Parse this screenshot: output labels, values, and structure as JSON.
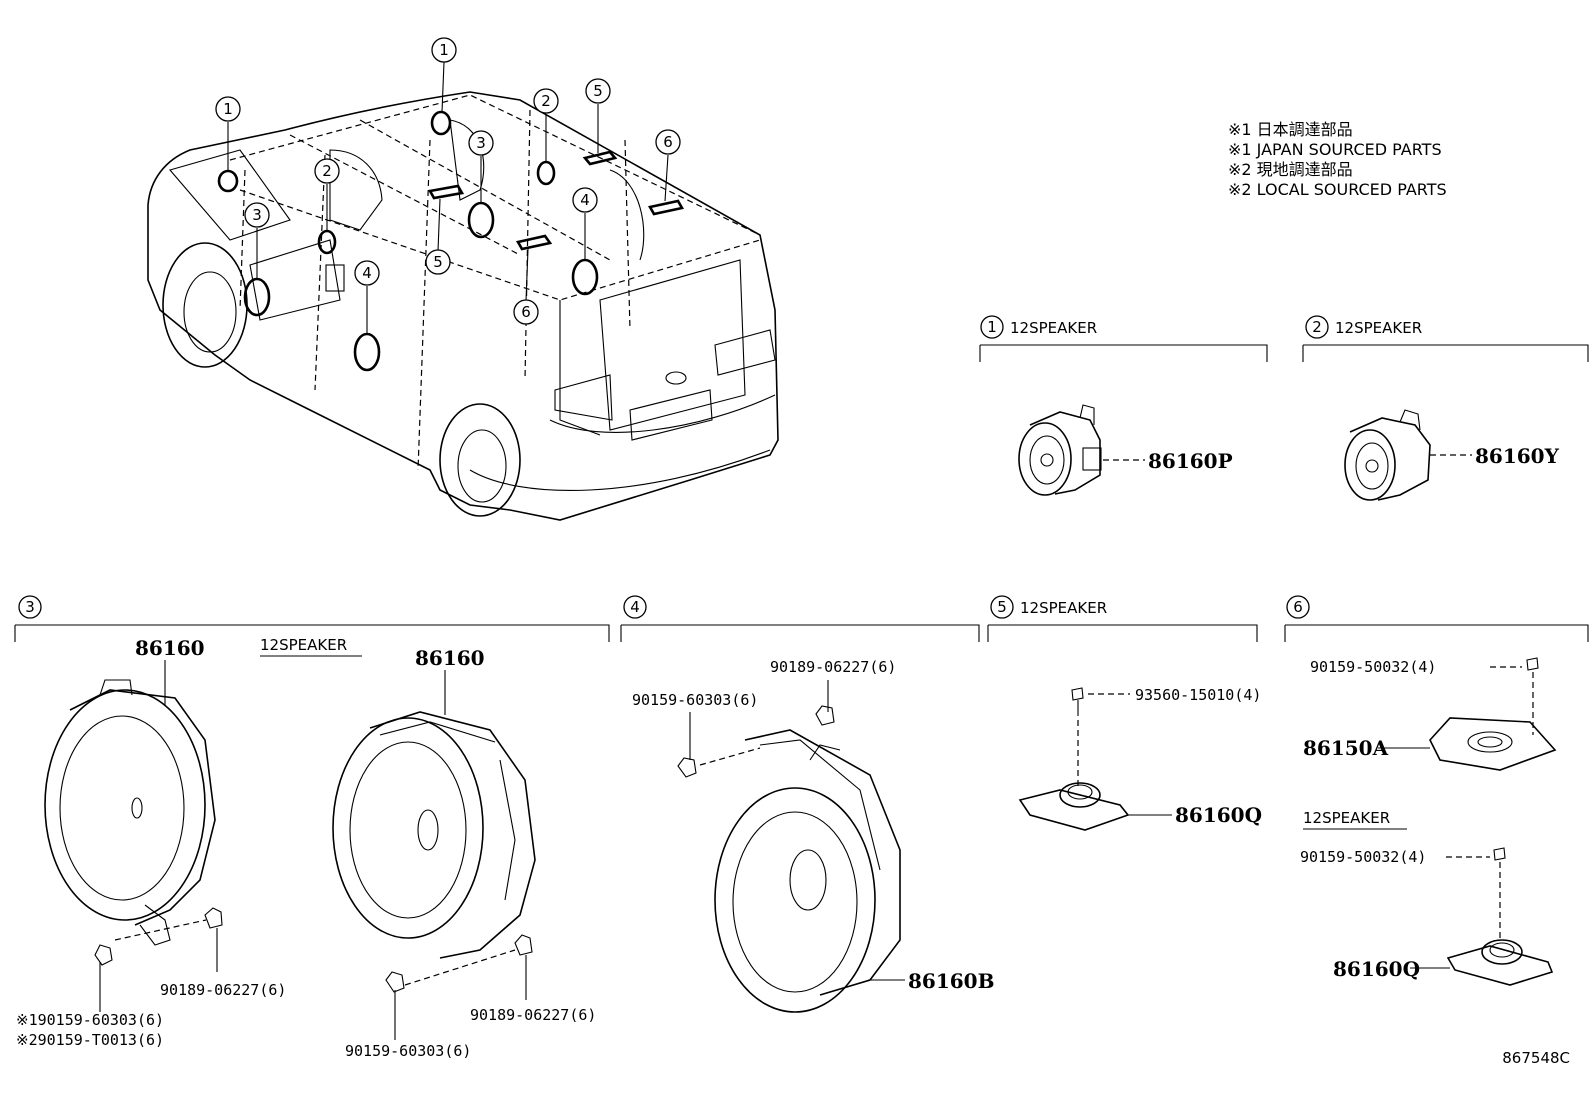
{
  "notes": [
    "※1 日本調達部品",
    "※1 JAPAN SOURCED PARTS",
    "※2 現地調達部品",
    "※2 LOCAL SOURCED PARTS"
  ],
  "vehicle_callouts": [
    "1",
    "1",
    "2",
    "2",
    "3",
    "3",
    "4",
    "4",
    "5",
    "5",
    "6",
    "6"
  ],
  "sections": {
    "s1": {
      "num": "1",
      "title": "12SPEAKER",
      "part": "86160P"
    },
    "s2": {
      "num": "2",
      "title": "12SPEAKER",
      "part": "86160Y"
    },
    "s3": {
      "num": "3",
      "subtitle": "12SPEAKER",
      "part_a": "86160",
      "part_b": "86160",
      "clip_a": "90189-06227(6)",
      "bolt_a1": "※190159-60303(6)",
      "bolt_a2": "※290159-T0013(6)",
      "clip_b": "90189-06227(6)",
      "bolt_b": "90159-60303(6)"
    },
    "s4": {
      "num": "4",
      "clip": "90189-06227(6)",
      "bolt": "90159-60303(6)",
      "part": "86160B"
    },
    "s5": {
      "num": "5",
      "title": "12SPEAKER",
      "screw": "93560-15010(4)",
      "part": "86160Q"
    },
    "s6": {
      "num": "6",
      "screw_a": "90159-50032(4)",
      "part_a": "86150A",
      "subtitle": "12SPEAKER",
      "screw_b": "90159-50032(4)",
      "part_b": "86160Q"
    }
  },
  "ref_code": "867548C"
}
